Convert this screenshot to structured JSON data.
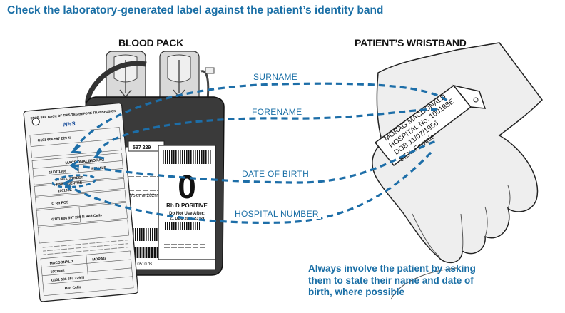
{
  "title": "Check the laboratory-generated label against the patient’s identity band",
  "sections": {
    "blood_pack": "BLOOD PACK",
    "wristband": "PATIENT’S WRISTBAND"
  },
  "fields": {
    "surname": "SURNAME",
    "forename": "FORENAME",
    "dob": "DATE OF BIRTH",
    "hospital_number": "HOSPITAL NUMBER"
  },
  "note": "Always involve the patient by asking them to state their name and date of birth, where possible",
  "wristband_text": {
    "line1": "MORAG MACDONALD",
    "line2": "HOSPITAL No. 100198E",
    "line3": "DOB 11/07/1956",
    "line4": "SEX: Female"
  },
  "blood_label": {
    "group": "0",
    "rh": "Rh D POSITIVE",
    "do_not_use": "Do Not Use After:",
    "expiry": "21 DEC 2006 23:59",
    "volume": "Volume 282ml",
    "code": "597 229",
    "barcode_text": "C00105107B"
  },
  "tag_text": {
    "header": "STOP, SEE BACK OF THIS TAG BEFORE TRANSFUSION",
    "nhs": "NHS",
    "surname": "MACDONALD",
    "forename": "MORAG",
    "dob": "11/07/1956",
    "sex": "FEMALE",
    "address1": "25 HILL STREET",
    "address2": "TOWN CENTRE",
    "hosp_no": "100198E",
    "group": "O Rh POS",
    "donation": "G101 606 597 229 N",
    "component": "Red Cells",
    "lower_surname": "MACDONALD",
    "lower_forename": "MORAG",
    "lower_hosp": "100198E",
    "lower_donation": "G101 606 597 229 N",
    "lower_component": "Red Cells"
  },
  "colors": {
    "accent": "#1a6fa6",
    "line": "#1d6ea8",
    "outline": "#222222"
  }
}
